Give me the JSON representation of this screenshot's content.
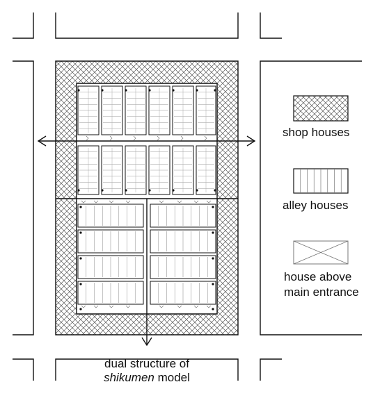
{
  "legend": {
    "shop_houses": "shop houses",
    "alley_houses": "alley houses",
    "house_above_entrance_line1": "house above",
    "house_above_entrance_line2": "main entrance"
  },
  "caption": {
    "line1": "dual structure of",
    "line2_italic": "shikumen",
    "line2_rest": " model"
  },
  "colors": {
    "line": "#111111",
    "hatch": "#555555",
    "thin": "#888888"
  }
}
